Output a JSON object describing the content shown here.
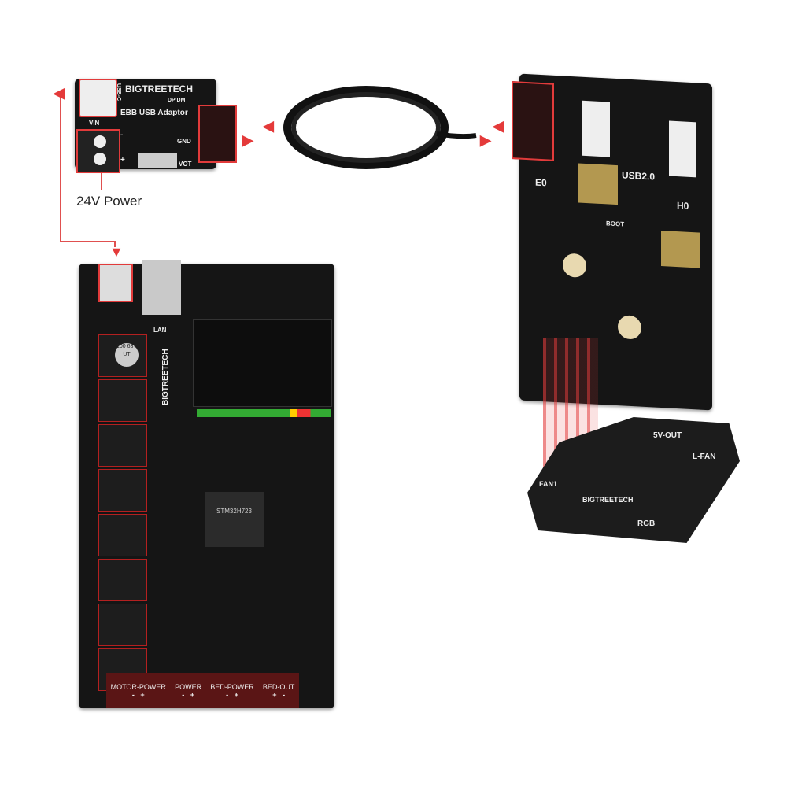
{
  "adaptor": {
    "brand": "BIGTREETECH",
    "name": "EBB USB Adaptor",
    "usb_label": "USB-C",
    "vin": "VIN",
    "gnd": "GND",
    "vot": "VOT",
    "dpdm": "DP DM",
    "minus": "-",
    "plus": "+"
  },
  "power_label": "24V Power",
  "ebb": {
    "usb_label": "USB2.0",
    "e0": "E0",
    "h0": "H0",
    "boot": "BOOT"
  },
  "toolboard": {
    "vout": "5V-OUT",
    "lfan": "L-FAN",
    "rgb": "RGB",
    "fan": "FAN1",
    "brand": "BIGTREETECH"
  },
  "mainboard": {
    "brand": "BIGTREETECH",
    "mcu": "STM32H723",
    "lan": "LAN",
    "terminals": [
      {
        "label": "MOTOR-POWER",
        "pins": [
          "-",
          "+"
        ]
      },
      {
        "label": "POWER",
        "pins": [
          "-",
          "+"
        ]
      },
      {
        "label": "BED-POWER",
        "pins": [
          "-",
          "+"
        ]
      },
      {
        "label": "BED-OUT",
        "pins": [
          "+",
          "-"
        ]
      }
    ],
    "driver_cap": "100 63V UT"
  },
  "colors": {
    "accent": "#e23b3b",
    "board": "#151515"
  }
}
